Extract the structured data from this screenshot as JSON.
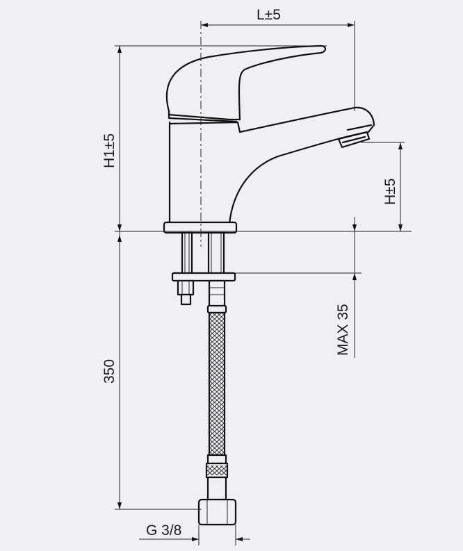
{
  "dimensions": {
    "length_label": "L±5",
    "overall_height_label": "H1±5",
    "spout_height_label": "H±5",
    "max_thickness_label": "MAX 35",
    "hose_length_label": "350",
    "thread_label": "G 3/8"
  },
  "colors": {
    "background": "#eef0f3",
    "line": "#111111"
  }
}
